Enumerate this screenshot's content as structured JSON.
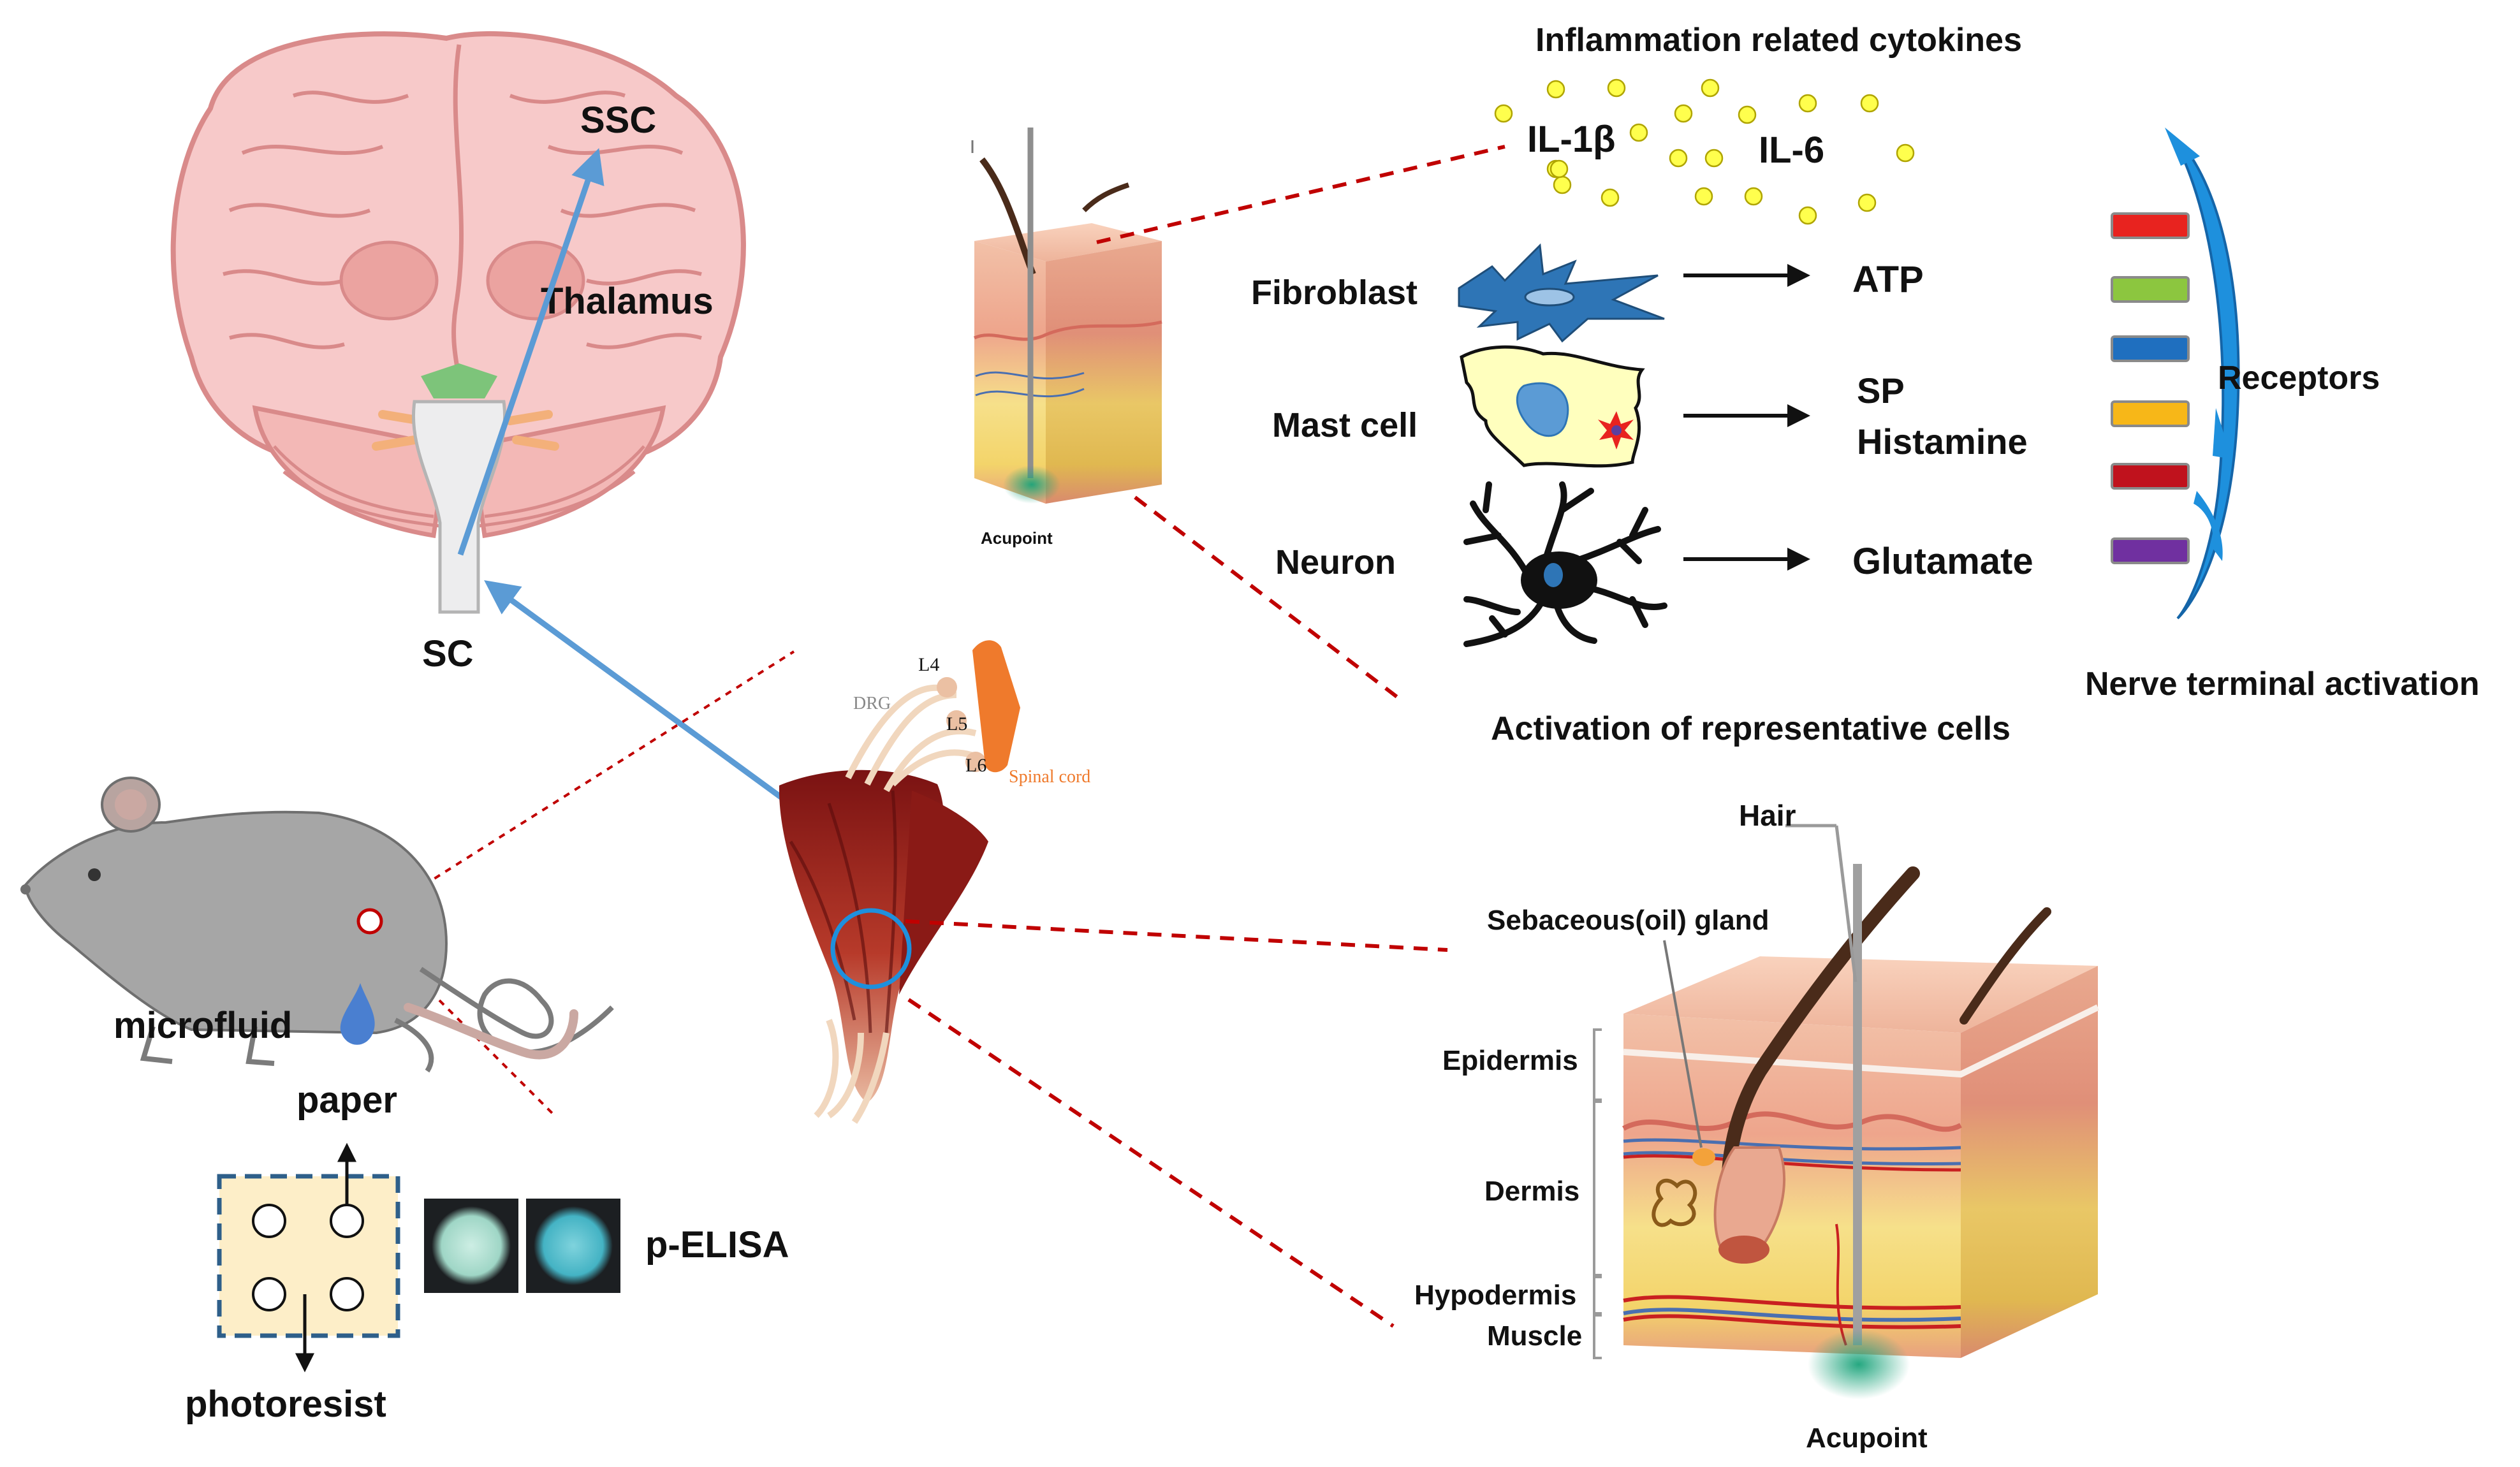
{
  "brain": {
    "ssc_label": "SSC",
    "thalamus_label": "Thalamus",
    "sc_label": "SC"
  },
  "cytokines": {
    "title": "Inflammation related cytokines",
    "il1b": "IL-1β",
    "il6": "IL-6"
  },
  "cells": {
    "fibroblast": "Fibroblast",
    "fibroblast_product": "ATP",
    "mast_cell": "Mast  cell",
    "mast_product_1": "SP",
    "mast_product_2": "Histamine",
    "neuron": "Neuron",
    "neuron_product": "Glutamate",
    "caption": "Activation of representative cells"
  },
  "receptors": {
    "label": "Receptors",
    "caption": "Nerve terminal activation",
    "colors": [
      "#e8231f",
      "#8cc63f",
      "#1f6fbf",
      "#f7b718",
      "#c0121d",
      "#7030a0"
    ]
  },
  "small_skin": {
    "label": "Acupoint"
  },
  "spinal": {
    "dorsal_root_label": "DRG",
    "levels": [
      "L4",
      "L5",
      "L6"
    ],
    "spinal_cord_label": "Spinal cord"
  },
  "assay": {
    "microfluid": "microfluid",
    "paper": "paper",
    "photoresist": "photoresist",
    "method": "p-ELISA"
  },
  "skin": {
    "hair": "Hair",
    "gland": "Sebaceous(oil) gland",
    "epidermis": "Epidermis",
    "dermis": "Dermis",
    "hypodermis": "Hypodermis",
    "muscle": "Muscle",
    "acupoint": "Acupoint"
  },
  "colors": {
    "pathway_arrow": "#5b9bd5",
    "zoom_dashed_line": "#c00000",
    "cytokine_dot": "#ffff4d",
    "fibroblast": "#2e75b6",
    "brain": "#f7c9c9"
  }
}
